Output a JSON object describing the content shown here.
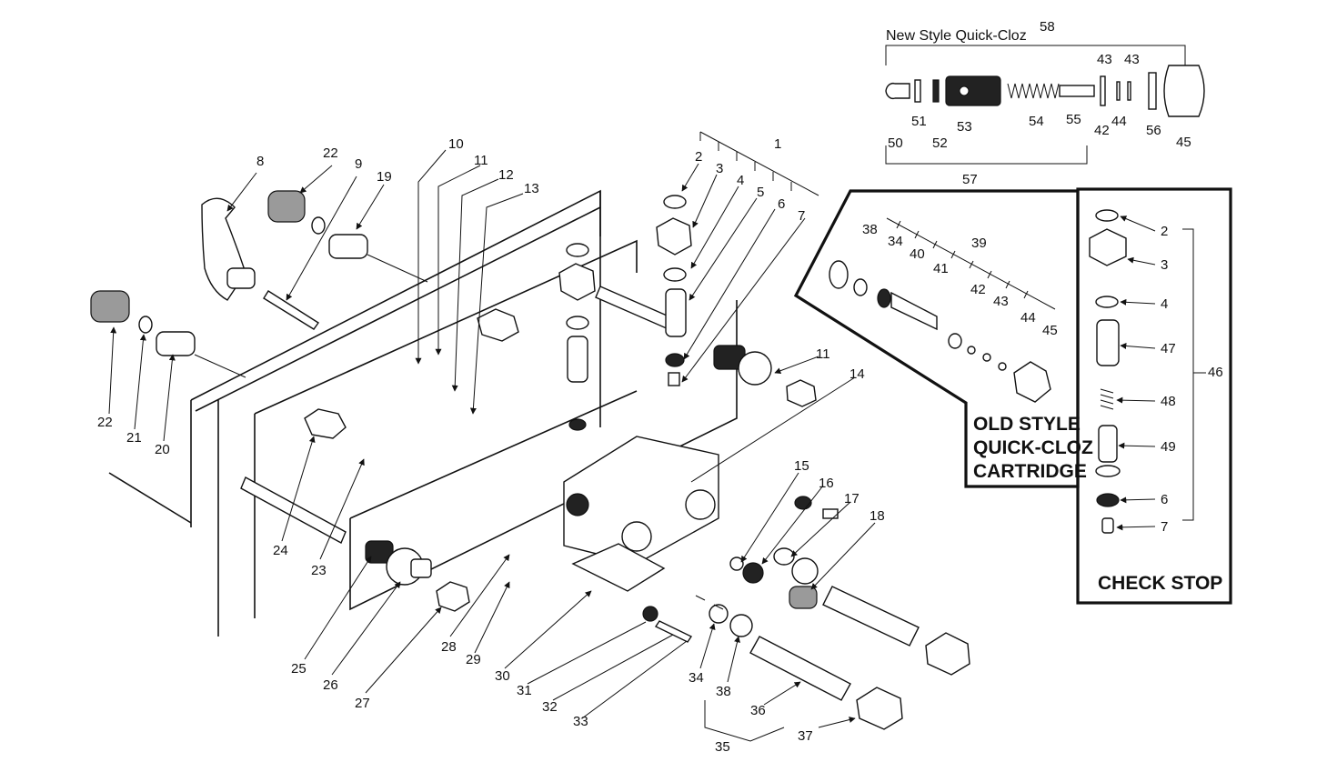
{
  "quick_cloz_new": {
    "title": "New Style Quick-Cloz"
  },
  "old_cartridge": {
    "line1": "OLD STYLE",
    "line2": "QUICK-CLOZ",
    "line3": "CARTRIDGE"
  },
  "check_stop": {
    "title": "CHECK STOP"
  },
  "callouts": {
    "c1": "1",
    "c2": "2",
    "c3": "3",
    "c4": "4",
    "c5": "5",
    "c6": "6",
    "c7": "7",
    "c8": "8",
    "c9": "9",
    "c10": "10",
    "c11a": "11",
    "c11b": "11",
    "c12": "12",
    "c13": "13",
    "c14": "14",
    "c15": "15",
    "c16": "16",
    "c17": "17",
    "c18": "18",
    "c19": "19",
    "c20": "20",
    "c21": "21",
    "c22a": "22",
    "c22b": "22",
    "c23": "23",
    "c24": "24",
    "c25": "25",
    "c26": "26",
    "c27": "27",
    "c28": "28",
    "c29": "29",
    "c30": "30",
    "c31": "31",
    "c32": "32",
    "c33": "33",
    "c34": "34",
    "c35": "35",
    "c36": "36",
    "c37": "37",
    "c38": "38",
    "n58": "58",
    "n43a": "43",
    "n43b": "43",
    "n50": "50",
    "n51": "51",
    "n52": "52",
    "n53": "53",
    "n54": "54",
    "n55": "55",
    "n42": "42",
    "n44": "44",
    "n56": "56",
    "n45": "45",
    "n57": "57",
    "o38": "38",
    "o34": "34",
    "o40": "40",
    "o41": "41",
    "o39": "39",
    "o42": "42",
    "o43": "43",
    "o44": "44",
    "o45": "45",
    "s2": "2",
    "s3": "3",
    "s4": "4",
    "s47": "47",
    "s48": "48",
    "s49": "49",
    "s6": "6",
    "s7": "7",
    "s46": "46"
  }
}
